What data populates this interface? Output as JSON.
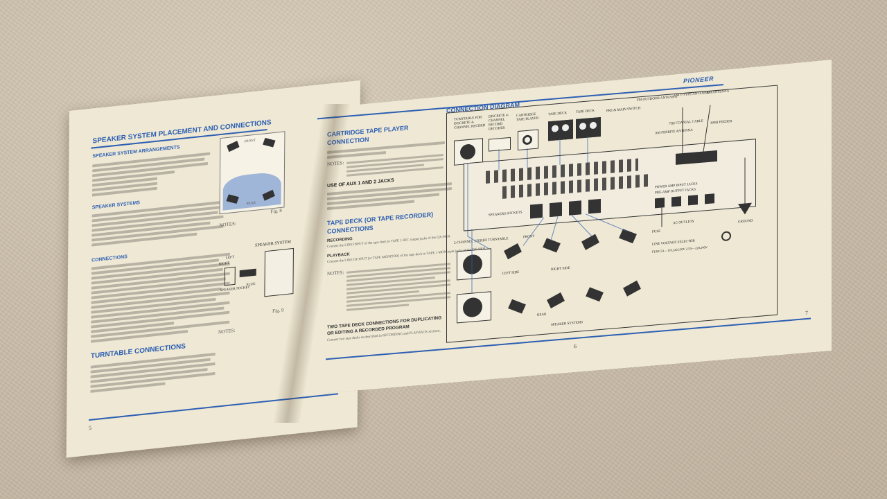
{
  "left_page": {
    "heading": "SPEAKER SYSTEM PLACEMENT AND CONNECTIONS",
    "sub_arrangements": "SPEAKER SYSTEM ARRANGEMENTS",
    "sub_systems": "SPEAKER SYSTEMS",
    "sub_connections": "CONNECTIONS",
    "figure_8_label": "Fig. 8",
    "figure_9_label": "Fig. 9",
    "notes_label": "NOTES:",
    "speaker_system_label": "SPEAKER SYSTEM",
    "speaker_socket_label": "SPEAKER SOCKET",
    "plug_label": "PLUG",
    "left_label": "LEFT",
    "right_label": "RIGHT",
    "front_label": "FRONT",
    "rear_label": "REAR",
    "turntable_heading": "TURNTABLE CONNECTIONS",
    "page_number": "5"
  },
  "right_page": {
    "cartridge_heading": "CARTRIDGE TAPE PLAYER CONNECTION",
    "aux_heading": "USE OF AUX 1 AND 2 JACKS",
    "tape_deck_heading": "TAPE DECK (OR TAPE RECORDER) CONNECTIONS",
    "recording_label": "RECORDING",
    "recording_text": "Connect the LINE INPUT of the tape deck to TAPE 1 REC output jacks of the QX-9900.",
    "playback_label": "PLAYBACK",
    "playback_text": "Connect the LINE OUTPUT (or TAPE MONITOR) of the tape deck to TAPE 1 MON input jacks of the QX-9900.",
    "notes_label": "NOTES:",
    "two_decks_heading": "TWO TAPE DECK CONNECTIONS FOR DUPLICATING OR EDITING A RECORDED PROGRAM",
    "two_decks_text": "Connect two tape decks as described in RECORDING and PLAYBACK sections.",
    "diagram_title": "CONNECTION DIAGRAM",
    "brand": "PIONEER",
    "page_number_6": "6",
    "page_number_7": "7",
    "diagram_labels": {
      "turntable_discrete": "TURNTABLE FOR DISCRETE 4-CHANNEL RECORD",
      "discrete_recorder": "DISCRETE 4-CHANNEL RECORD DECODER",
      "cartridge_player": "CARTRIDGE TAPE PLAYER",
      "tape_deck": "TAPE DECK",
      "fm_outdoor": "FM OUTDOOR ANTENNA",
      "fm_t_antenna": "FM T-TYPE ANTENNA",
      "am_antenna": "AM ANTENNA",
      "pre_main_switch": "PRE & MAIN SWITCH",
      "am_ferrite": "AM FERRITE ANTENNA",
      "coaxial": "75Ω COAXIAL CABLE",
      "feeder": "300Ω FEEDER",
      "power_amp": "POWER AMP INPUT JACKS",
      "preamp_out": "PRE-AMP OUTPUT JACKS",
      "speakers_sockets": "SPEAKERS SOCKETS",
      "turntable_2ch": "2-CHANNEL STEREO TURNTABLE",
      "front": "FRONT",
      "rear": "REAR",
      "left_side": "LEFT SIDE",
      "right_side": "RIGHT SIDE",
      "speaker_systems": "SPEAKER SYSTEMS",
      "line_voltage": "LINE VOLTAGE SELECTOR",
      "fuse": "FUSE",
      "ac_outlets": "AC OUTLETS",
      "ground": "GROUND",
      "voltage_values": "FUSE 5A—110,120,130V 2.5A—220,240V"
    }
  },
  "colors": {
    "accent_blue": "#2d5fb3",
    "paper": "#eee8d4",
    "carpet": "#c9bca9"
  }
}
